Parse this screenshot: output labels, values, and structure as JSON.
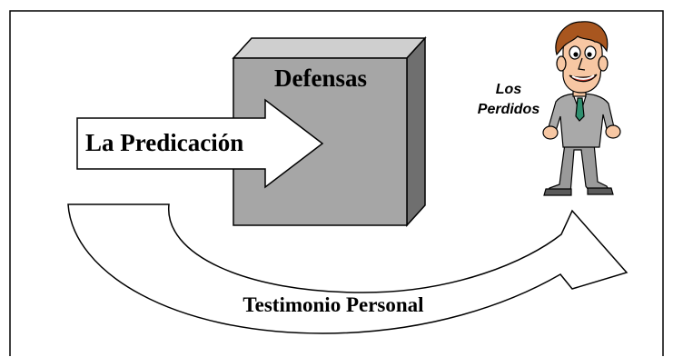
{
  "diagram": {
    "labels": {
      "defenses": "Defensas",
      "preaching": "La Predicación",
      "lost": [
        "Los",
        "Perdidos"
      ],
      "testimony": "Testimonio Personal"
    },
    "colors": {
      "box_front": "#a6a6a6",
      "box_side": "#6f6f6f",
      "box_top": "#cfcfcf",
      "arrow_fill": "#ffffff",
      "outline": "#000000",
      "suit": "#a9a9a9",
      "hair": "#a8561f",
      "skin": "#f7c7a3"
    }
  }
}
